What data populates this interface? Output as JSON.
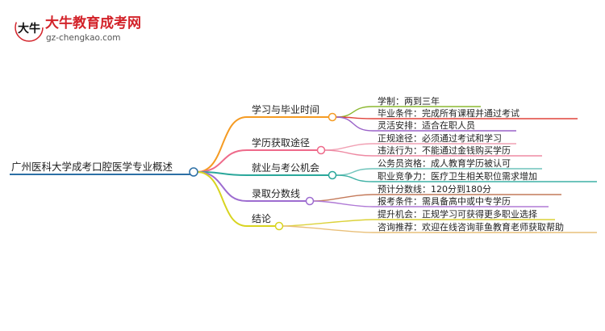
{
  "logo": {
    "brand_name": "大牛教育成考网",
    "brand_url": "gz-chengkao.com",
    "mark_text": "大牛",
    "colors": {
      "brand_red": "#d3232a",
      "url_gray": "#555555",
      "mark_black": "#111111"
    }
  },
  "mindmap": {
    "root": "广州医科大学成考口腔医学专业概述",
    "branches": [
      {
        "label": "学习与毕业时间",
        "color": "#f59b23",
        "children": [
          {
            "text": "学制：两到三年",
            "color": "#8cb830"
          },
          {
            "text": "毕业条件：完成所有课程并通过考试",
            "color": "#e0443c"
          },
          {
            "text": "灵活安排：适合在职人员",
            "color": "#9a62c8"
          }
        ]
      },
      {
        "label": "学历获取途径",
        "color": "#ee6a8a",
        "children": [
          {
            "text": "正规途径：必须通过考试和学习",
            "color": "#f1a1b4"
          },
          {
            "text": "违法行为：不能通过金钱购买学历",
            "color": "#ee8aa3"
          }
        ]
      },
      {
        "label": "就业与考公机会",
        "color": "#2aa79b",
        "children": [
          {
            "text": "公务员资格：成人教育学历被认可",
            "color": "#6fc4bb"
          },
          {
            "text": "职业竞争力：医疗卫生相关职位需求增加",
            "color": "#3fb1a5"
          }
        ]
      },
      {
        "label": "录取分数线",
        "color": "#9d6cd0",
        "children": [
          {
            "text": "预计分数线：120分到180分",
            "color": "#c47a5a"
          },
          {
            "text": "报考条件：需具备高中或中专学历",
            "color": "#b07ad6"
          }
        ]
      },
      {
        "label": "结论",
        "color": "#d8d420",
        "children": [
          {
            "text": "提升机会：正规学习可获得更多职业选择",
            "color": "#dcd23a"
          },
          {
            "text": "咨询推荐：欢迎在线咨询菲鱼教育老师获取帮助",
            "color": "#e9c07a"
          }
        ]
      }
    ],
    "colors": {
      "root_line": "#2c6fa5",
      "node_fill": "#ffffff"
    }
  }
}
